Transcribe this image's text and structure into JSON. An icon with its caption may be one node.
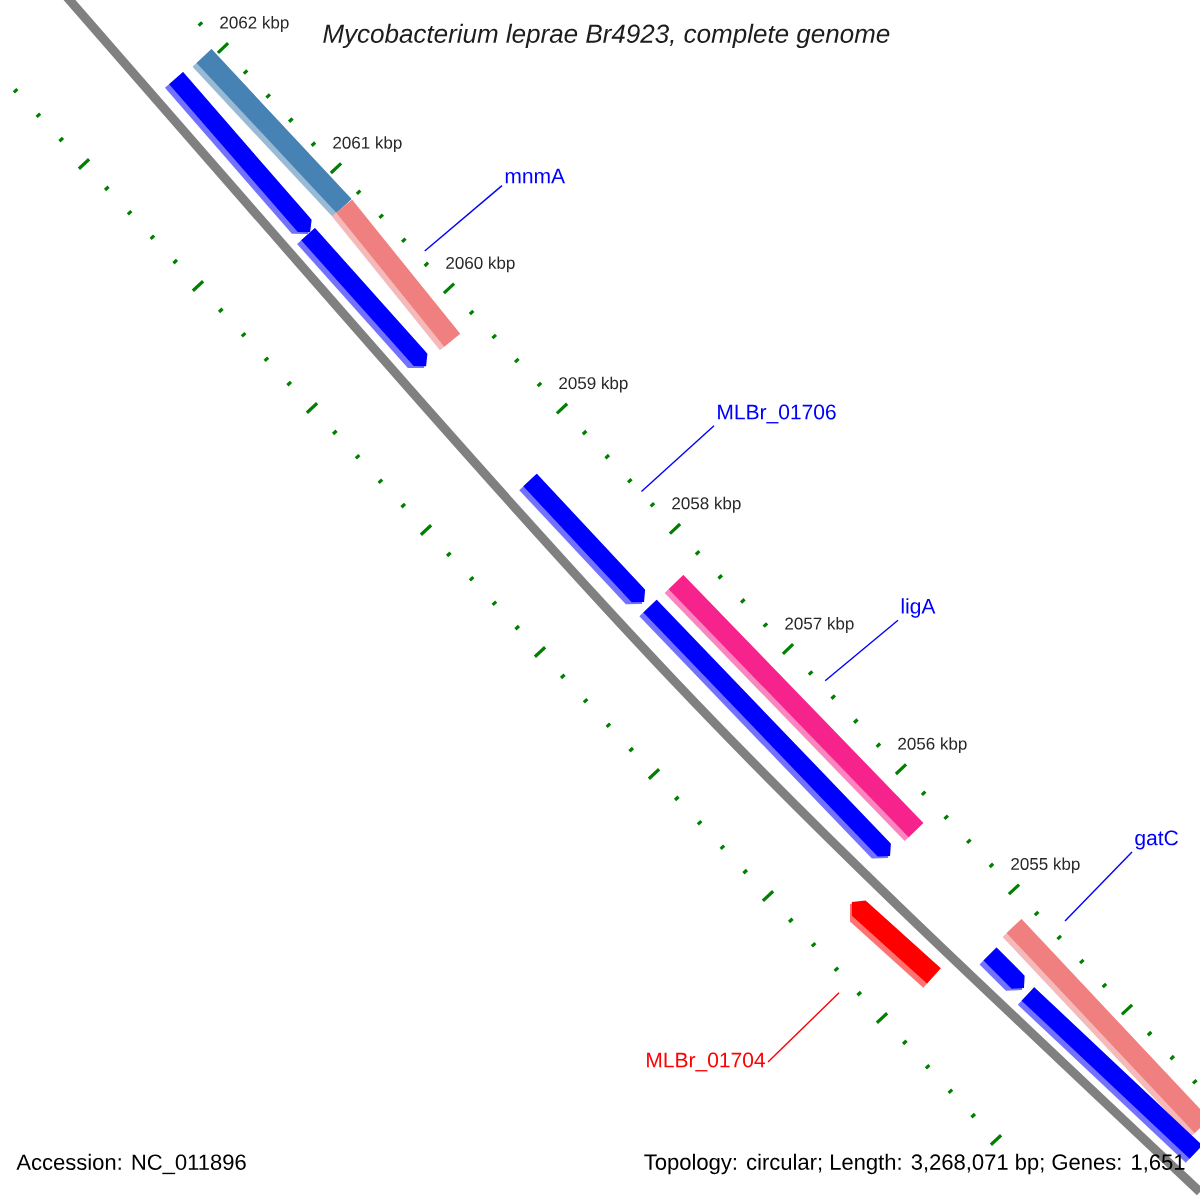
{
  "diagram": {
    "title": "Mycobacterium leprae Br4923, complete genome",
    "nodes": [
      {
        "text": [],
        "shape": "bar"
      },
      {
        "text": [],
        "shape": "pentagon"
      },
      {
        "text": [
          "mnmA"
        ]
      },
      {
        "text": [],
        "shape": "bar"
      },
      {
        "text": [],
        "shape": "pentagon"
      },
      {
        "text": [
          "MLBr_01706"
        ]
      },
      {
        "text": [],
        "shape": "pentagon"
      },
      {
        "text": [
          "ligA"
        ]
      },
      {
        "text": [],
        "shape": "bar"
      },
      {
        "text": [],
        "shape": "pentagon"
      },
      {
        "text": [
          "gatC"
        ]
      },
      {
        "text": [],
        "shape": "pentagon"
      },
      {
        "text": [],
        "shape": "bar"
      },
      {
        "text": [],
        "shape": "pentagon"
      },
      {
        "text": [],
        "shape": "box"
      },
      {
        "text": [
          "MLBr_01704"
        ]
      }
    ],
    "edges": [
      {
        "from": 2,
        "to": 3,
        "arrow": "none"
      },
      {
        "from": 5,
        "to": 6,
        "arrow": "none"
      },
      {
        "from": 7,
        "to": 8,
        "arrow": "none"
      },
      {
        "from": 10,
        "to": 12,
        "arrow": "none"
      },
      {
        "from": 15,
        "to": 11,
        "arrow": "none",
        "color": "#ff0000"
      }
    ],
    "labels": [
      "2062 kbp",
      "2061 kbp",
      "2060 kbp",
      "2059 kbp",
      "2058 kbp",
      "2057 kbp",
      "2056 kbp",
      "2055 kbp",
      "Accession: NC_011896",
      "Topology: circular; Length: 3,268,071 bp; Genes: 1,651"
    ]
  }
}
